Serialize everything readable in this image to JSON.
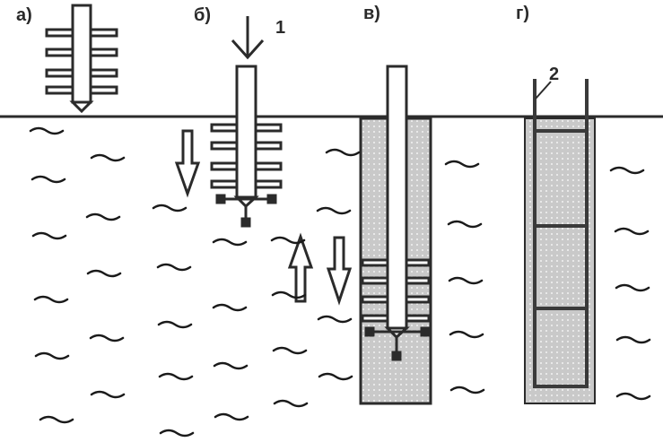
{
  "diagram": {
    "title": "Stages of bored pile installation",
    "colors": {
      "outline": "#2b2b2b",
      "fill": "#ffffff",
      "soil_fill": "#cfcfcf",
      "background": "#ffffff"
    },
    "stages": [
      {
        "id": "a",
        "label": "а)",
        "description": "Auger above ground"
      },
      {
        "id": "b",
        "label": "б)",
        "description": "Auger drilling into soil"
      },
      {
        "id": "v",
        "label": "в)",
        "description": "Auger withdrawn while concrete is pumped"
      },
      {
        "id": "g",
        "label": "г)",
        "description": "Reinforcement cage installed in concrete"
      }
    ],
    "callouts": [
      {
        "id": "1",
        "text": "1",
        "target": "drilling force arrow"
      },
      {
        "id": "2",
        "text": "2",
        "target": "reinforcement cage"
      }
    ],
    "arrows": [
      {
        "id": "downward-movement",
        "direction": "down"
      },
      {
        "id": "upward-movement",
        "direction": "up"
      },
      {
        "id": "downward-movement-2",
        "direction": "down"
      }
    ],
    "soil_symbol": "~"
  }
}
